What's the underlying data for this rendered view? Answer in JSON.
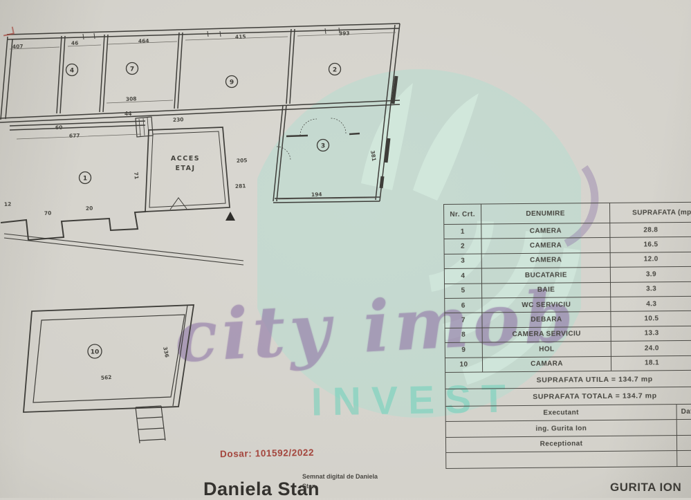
{
  "watermark": {
    "script_text": "city imob",
    "block_text": "INVEST",
    "script_color": "#947eaa",
    "block_color": "#6ed0ba",
    "circle_color": "#b7ddd0"
  },
  "plan": {
    "acces_line1": "ACCES",
    "acces_line2": "ETAJ",
    "rooms": [
      {
        "n": "4"
      },
      {
        "n": "7"
      },
      {
        "n": "9"
      },
      {
        "n": "2"
      },
      {
        "n": "3"
      },
      {
        "n": "1"
      },
      {
        "n": "10"
      }
    ],
    "dims": [
      {
        "v": "407"
      },
      {
        "v": "46"
      },
      {
        "v": "464"
      },
      {
        "v": "415"
      },
      {
        "v": "393"
      },
      {
        "v": "308"
      },
      {
        "v": "230"
      },
      {
        "v": "60"
      },
      {
        "v": "677"
      },
      {
        "v": "44"
      },
      {
        "v": "205"
      },
      {
        "v": "281"
      },
      {
        "v": "194"
      },
      {
        "v": "381"
      },
      {
        "v": "12"
      },
      {
        "v": "70"
      },
      {
        "v": "20"
      },
      {
        "v": "562"
      },
      {
        "v": "336"
      },
      {
        "v": "71"
      }
    ]
  },
  "table": {
    "headers": {
      "nr": "Nr. Crt.",
      "name": "DENUMIRE",
      "area": "SUPRAFATA (mp"
    },
    "rows": [
      {
        "nr": "1",
        "name": "CAMERA",
        "area": "28.8"
      },
      {
        "nr": "2",
        "name": "CAMERA",
        "area": "16.5"
      },
      {
        "nr": "3",
        "name": "CAMERA",
        "area": "12.0"
      },
      {
        "nr": "4",
        "name": "BUCATARIE",
        "area": "3.9"
      },
      {
        "nr": "5",
        "name": "BAIE",
        "area": "3.3"
      },
      {
        "nr": "6",
        "name": "WC SERVICIU",
        "area": "4.3"
      },
      {
        "nr": "7",
        "name": "DEBARA",
        "area": "10.5"
      },
      {
        "nr": "8",
        "name": "CAMERA SERVICIU",
        "area": "13.3"
      },
      {
        "nr": "9",
        "name": "HOL",
        "area": "24.0"
      },
      {
        "nr": "10",
        "name": "CAMARA",
        "area": "18.1"
      }
    ],
    "suprafata_utila": "SUPRAFATA UTILA = 134.7 mp",
    "suprafata_totala": "SUPRAFATA TOTALA = 134.7 mp",
    "executant_label": "Executant",
    "data_label": "Data",
    "engineer_name": "ing. Gurita Ion",
    "receptionat_label": "Receptionat"
  },
  "footer": {
    "dosar": "Dosar: 101592/2022",
    "signer_name": "Daniela Stan",
    "signature_note_line1": "Semnat digital de Daniela",
    "signature_note_line2": "Stan",
    "second_signer": "GURITA ION"
  },
  "colors": {
    "paper": "#d3d1ca",
    "ink": "#3e3d39",
    "dosar_red": "#a3443c"
  }
}
